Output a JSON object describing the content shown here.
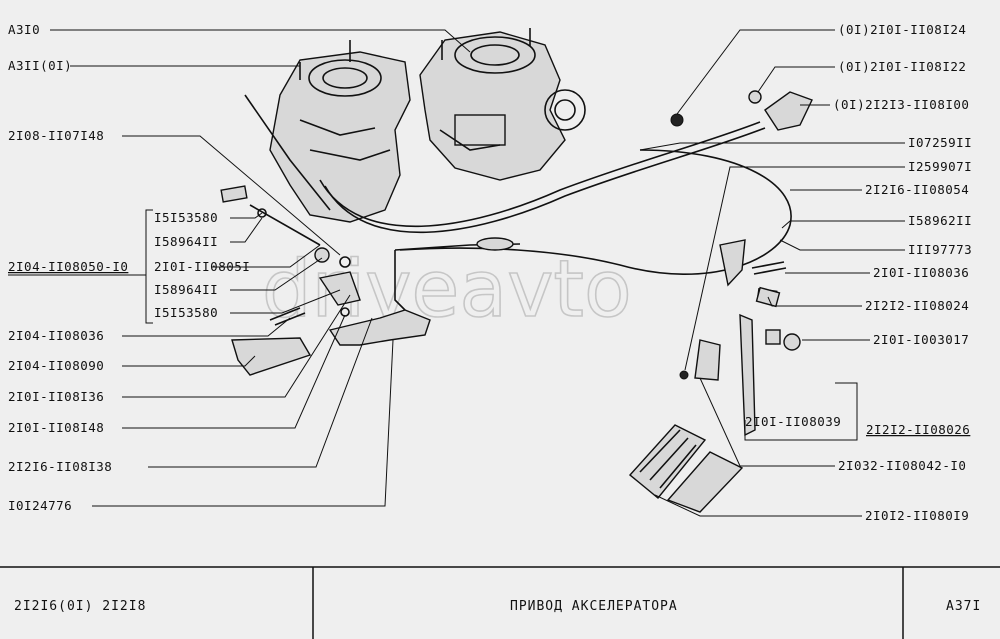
{
  "watermark": "driveavto",
  "labels_left": [
    {
      "key": "a310",
      "text": "А3I0"
    },
    {
      "key": "a311",
      "text": "А3II(0I)"
    },
    {
      "key": "l2108_1107148",
      "text": "2I08-II07I48"
    },
    {
      "key": "l15153580a",
      "text": "I5I53580"
    },
    {
      "key": "l158964a",
      "text": "I58964II"
    },
    {
      "key": "l2104_1108050",
      "text": "2I04-II08050-I0"
    },
    {
      "key": "l2101_1108051",
      "text": "2I0I-II0805I"
    },
    {
      "key": "l158964b",
      "text": "I58964II"
    },
    {
      "key": "l15153580b",
      "text": "I5I53580"
    },
    {
      "key": "l2104_1108036",
      "text": "2I04-II08036"
    },
    {
      "key": "l2104_1108090",
      "text": "2I04-II08090"
    },
    {
      "key": "l2101_1108136",
      "text": "2I0I-II08I36"
    },
    {
      "key": "l2101_1108148",
      "text": "2I0I-II08I48"
    },
    {
      "key": "l21216_1108138",
      "text": "2I2I6-II08I38"
    },
    {
      "key": "l10124776",
      "text": "I0I24776"
    }
  ],
  "labels_right": [
    {
      "key": "r_1108124",
      "text": "(0I)2I0I-II08I24"
    },
    {
      "key": "r_1108122",
      "text": "(0I)2I0I-II08I22"
    },
    {
      "key": "r_1108100",
      "text": "(0I)2I2I3-II08I00"
    },
    {
      "key": "r_107259",
      "text": "I07259II"
    },
    {
      "key": "r_125990",
      "text": "I259907I"
    },
    {
      "key": "r_1108054",
      "text": "2I2I6-II08054"
    },
    {
      "key": "r_158962",
      "text": "I58962II"
    },
    {
      "key": "r_111977",
      "text": "III97773"
    },
    {
      "key": "r_1108036",
      "text": "2I0I-II08036"
    },
    {
      "key": "r_1108024",
      "text": "2I2I2-II08024"
    },
    {
      "key": "r_1003017",
      "text": "2I0I-I003017"
    },
    {
      "key": "r_1108039",
      "text": "2I0I-II08039"
    },
    {
      "key": "r_1108026",
      "text": "2I2I2-II08026"
    },
    {
      "key": "r_1108042",
      "text": "2I032-II08042-I0"
    },
    {
      "key": "r_1108019",
      "text": "2I0I2-II080I9"
    }
  ],
  "title_block": {
    "models": "2I2I6(0I)  2I2I8",
    "title": "ПРИВОД  АКСЕЛЕРАТОРА",
    "sheet": "А37I"
  }
}
